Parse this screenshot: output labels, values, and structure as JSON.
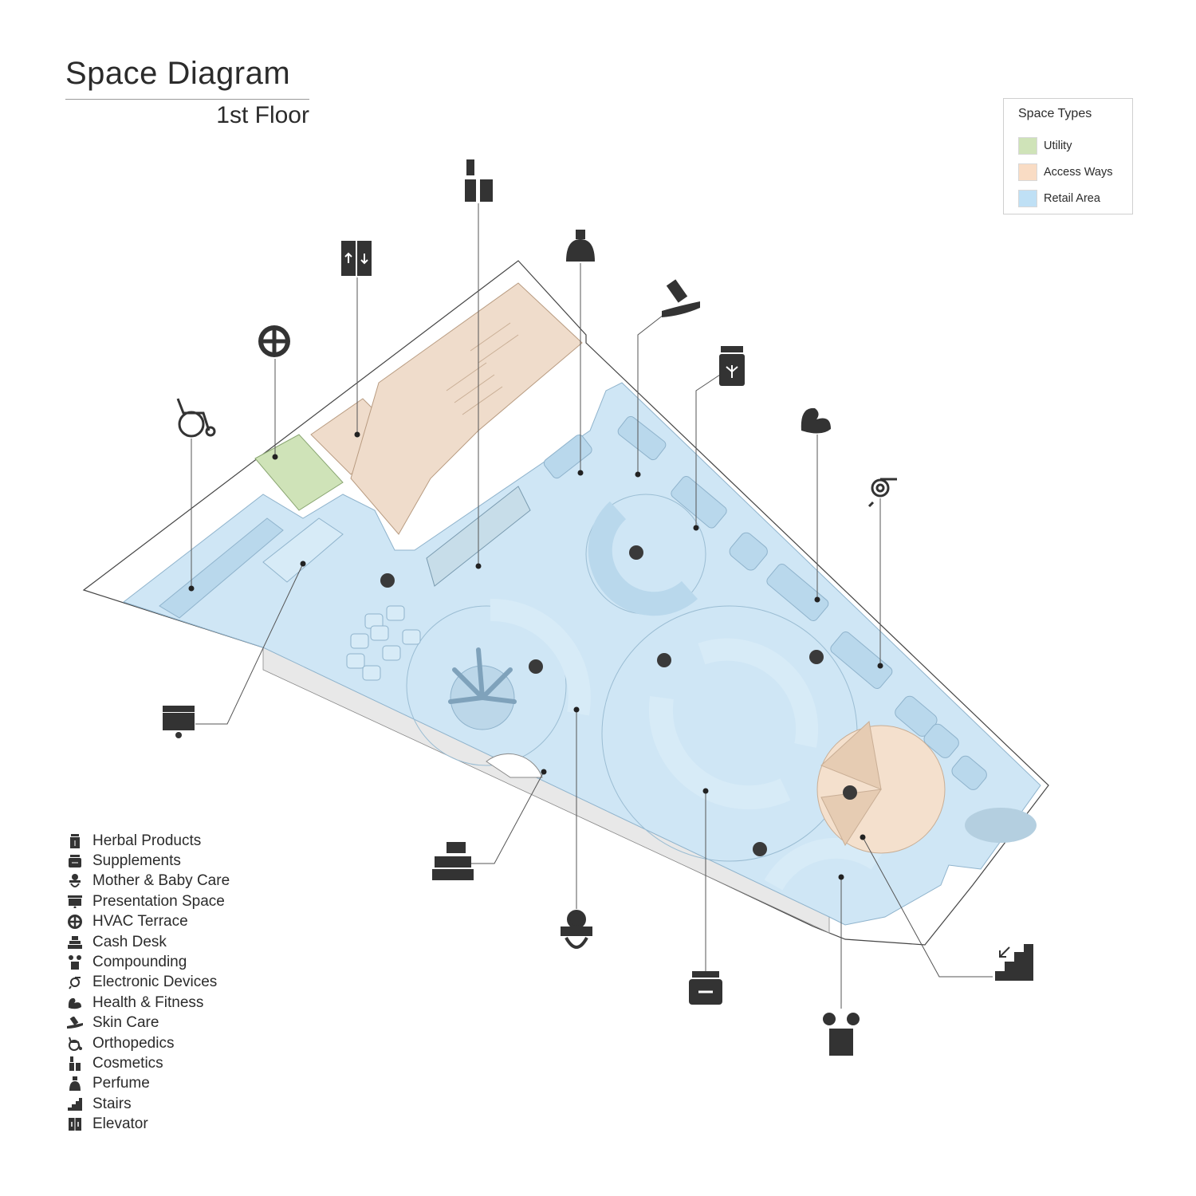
{
  "header": {
    "title": "Space Diagram",
    "subtitle": "1st Floor"
  },
  "space_legend": {
    "title": "Space Types",
    "items": [
      {
        "label": "Utility",
        "color": "#cfe3b8"
      },
      {
        "label": "Access Ways",
        "color": "#f9dcc4"
      },
      {
        "label": "Retail Area",
        "color": "#bfe0f5"
      }
    ]
  },
  "category_legend": [
    {
      "label": "Herbal Products",
      "icon": "herbal-jar-icon"
    },
    {
      "label": "Supplements",
      "icon": "supplement-jar-icon"
    },
    {
      "label": "Mother & Baby Care",
      "icon": "pacifier-icon"
    },
    {
      "label": "Presentation Space",
      "icon": "presentation-board-icon"
    },
    {
      "label": "HVAC Terrace",
      "icon": "fan-icon"
    },
    {
      "label": "Cash Desk",
      "icon": "cash-register-icon"
    },
    {
      "label": "Compounding",
      "icon": "pills-cup-icon"
    },
    {
      "label": "Electronic Devices",
      "icon": "cable-icon"
    },
    {
      "label": "Health & Fitness",
      "icon": "muscle-icon"
    },
    {
      "label": "Skin Care",
      "icon": "cream-hand-icon"
    },
    {
      "label": "Orthopedics",
      "icon": "wheelchair-icon"
    },
    {
      "label": "Cosmetics",
      "icon": "lipstick-icon"
    },
    {
      "label": "Perfume",
      "icon": "perfume-bottle-icon"
    },
    {
      "label": "Stairs",
      "icon": "stairs-icon"
    },
    {
      "label": "Elevator",
      "icon": "elevator-icon"
    }
  ],
  "colors": {
    "ink": "#2b2b2b",
    "utility": "#cfe3b8",
    "access": "#efdccb",
    "retail": "#cfe6f5",
    "retail_dark": "#a9cde6",
    "leader": "#555555"
  }
}
